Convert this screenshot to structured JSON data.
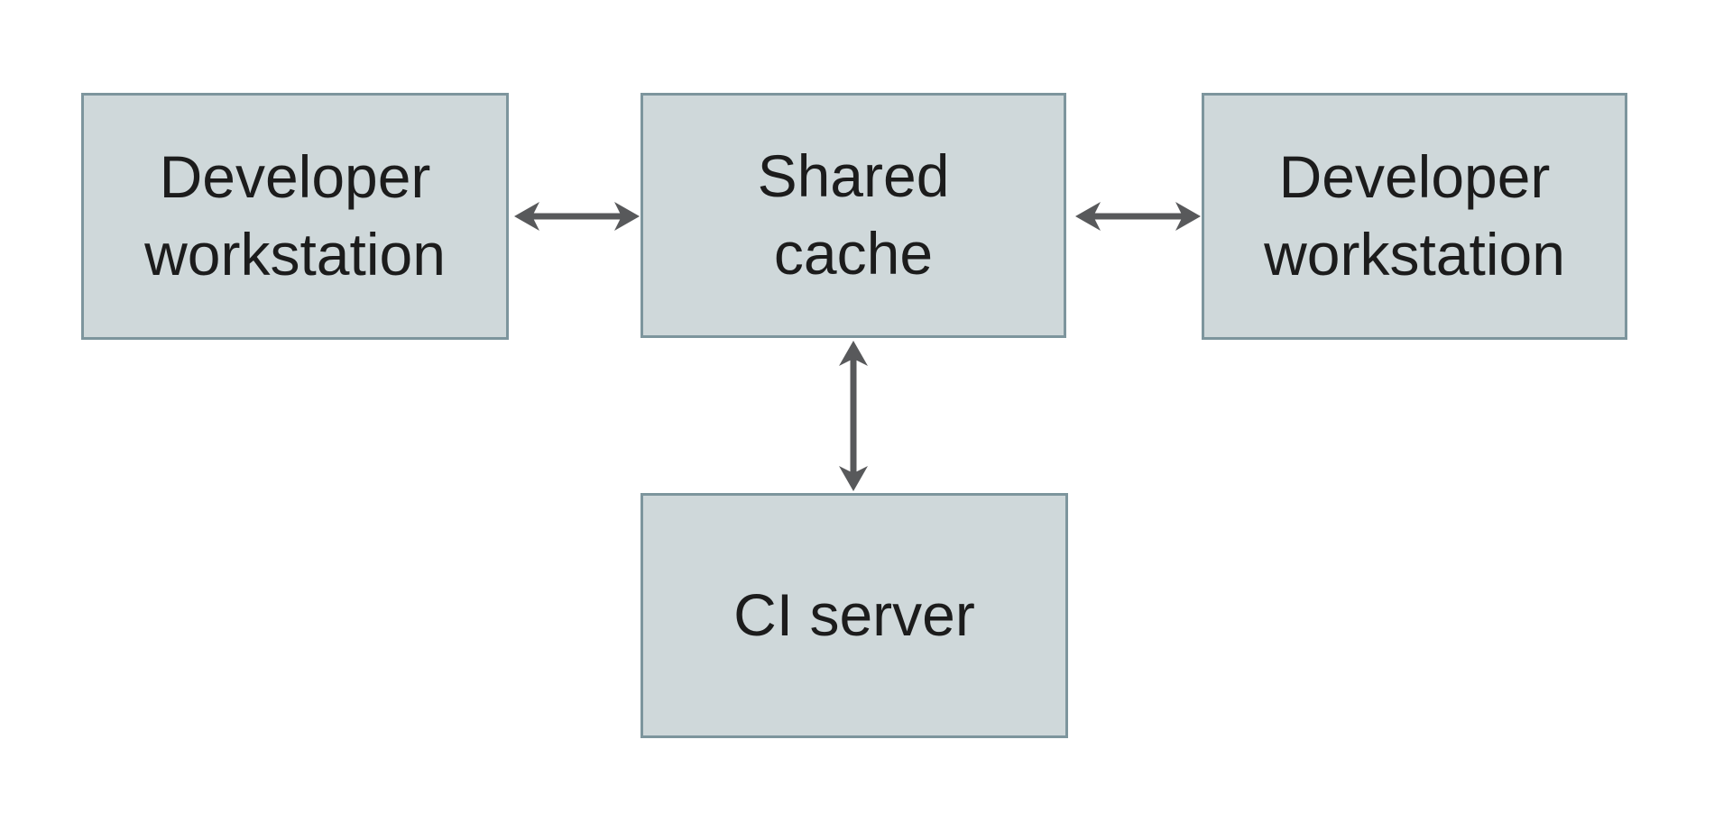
{
  "page": {
    "background_color": "#ffffff"
  },
  "diagram": {
    "type": "architecture-diagram",
    "nodes": [
      {
        "id": "developer-workstation-left",
        "label": "Developer\nworkstation"
      },
      {
        "id": "shared-cache",
        "label": "Shared\ncache"
      },
      {
        "id": "developer-workstation-right",
        "label": "Developer\nworkstation"
      },
      {
        "id": "ci-server",
        "label": "CI server"
      }
    ],
    "edges": [
      {
        "from": "developer-workstation-left",
        "to": "shared-cache",
        "style": "double-headed-arrow"
      },
      {
        "from": "shared-cache",
        "to": "developer-workstation-right",
        "style": "double-headed-arrow"
      },
      {
        "from": "shared-cache",
        "to": "ci-server",
        "style": "double-headed-arrow"
      }
    ],
    "colors": {
      "node_fill": "#cfd8da",
      "node_border": "#7d959d",
      "arrow": "#58595b",
      "text": "#1c1c1c"
    }
  }
}
